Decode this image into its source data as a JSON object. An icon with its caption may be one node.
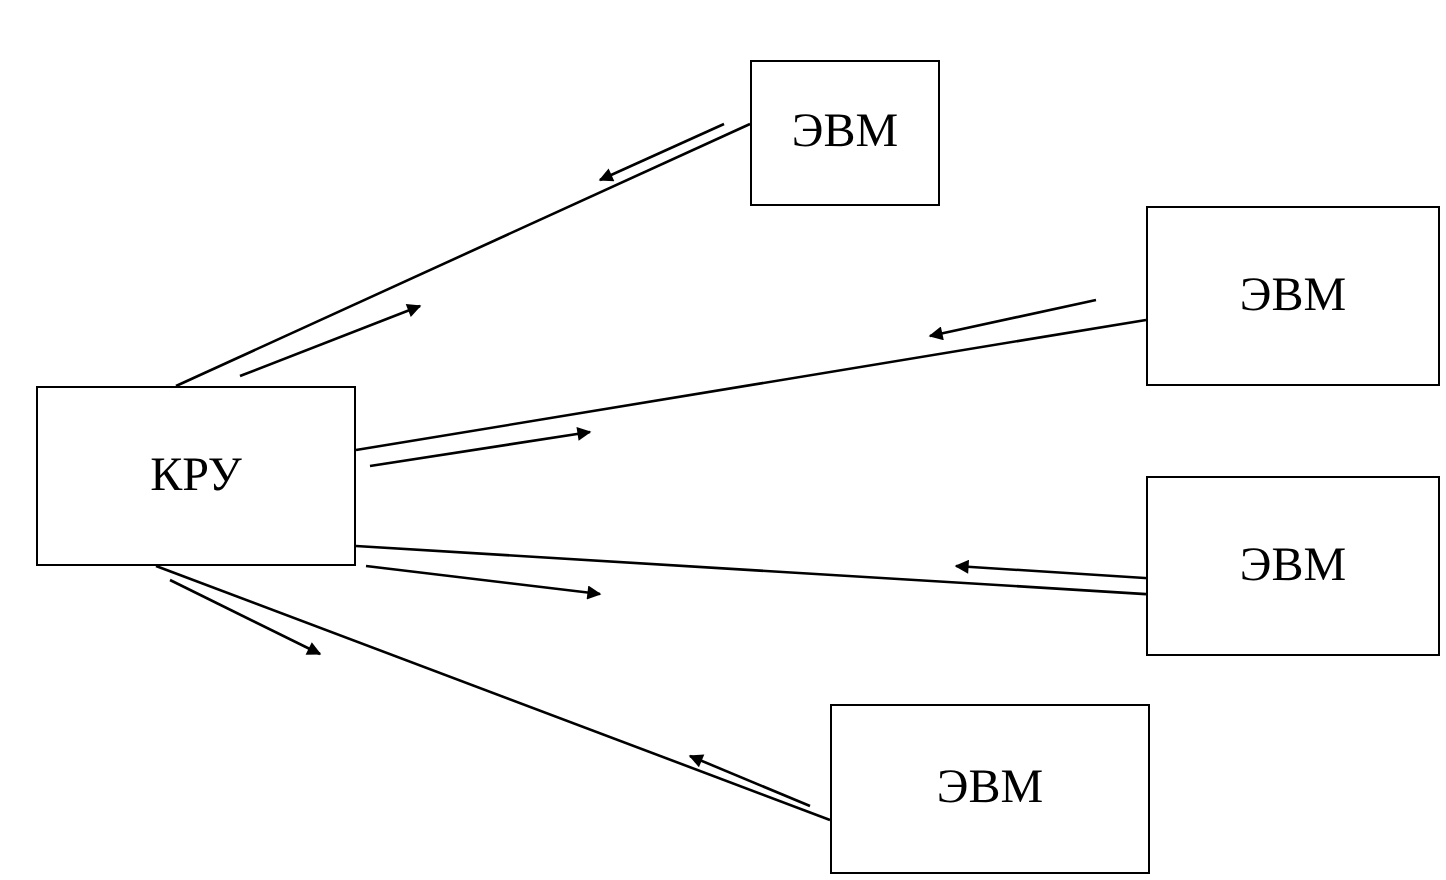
{
  "diagram": {
    "nodes": [
      {
        "text": [
          "КРУ"
        ]
      },
      {
        "text": [
          "ЭВМ"
        ]
      },
      {
        "text": [
          "ЭВМ"
        ]
      },
      {
        "text": [
          "ЭВМ"
        ]
      },
      {
        "text": [
          "ЭВМ"
        ]
      }
    ],
    "edges": [
      {
        "from": 0,
        "to": 1,
        "arrow": "none"
      },
      {
        "from": 0,
        "to": 2,
        "arrow": "none"
      },
      {
        "from": 0,
        "to": 3,
        "arrow": "none"
      },
      {
        "from": 0,
        "to": 4,
        "arrow": "none"
      }
    ]
  }
}
